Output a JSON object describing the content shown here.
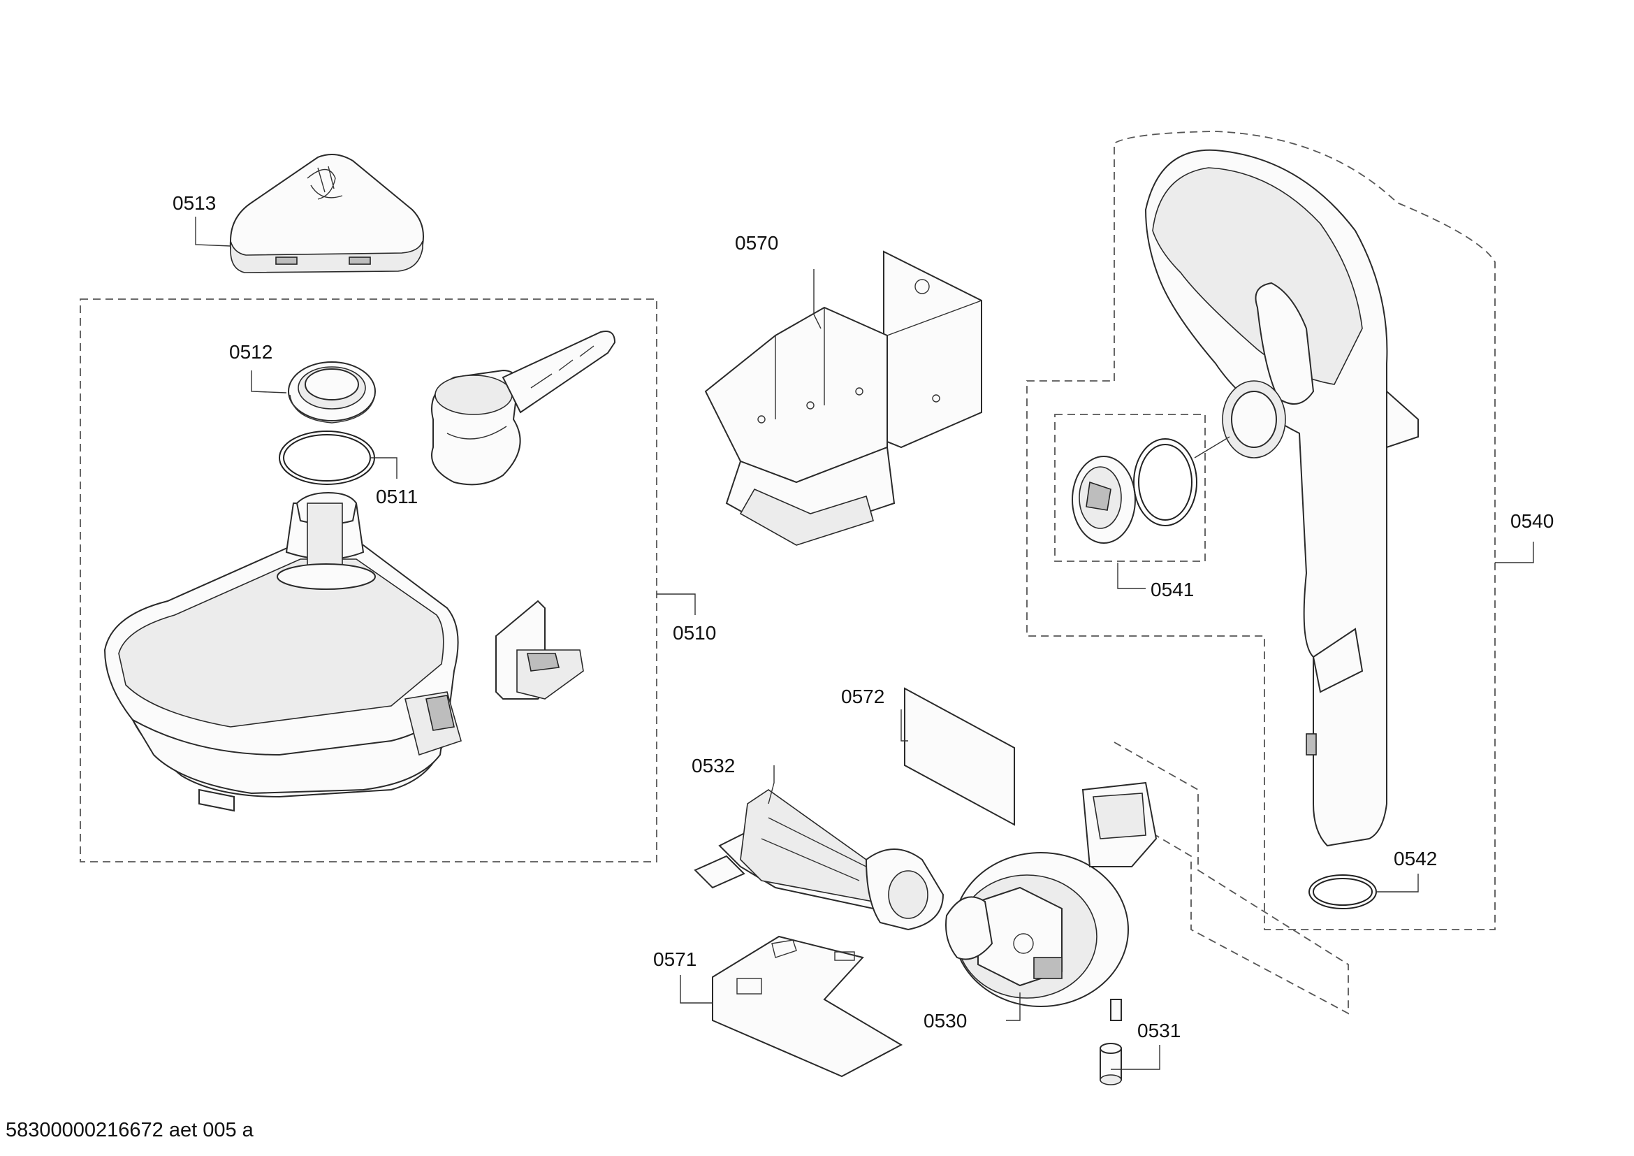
{
  "document": {
    "id": "58300000216672 aet 005 a"
  },
  "parts": [
    {
      "key": "p0513",
      "number": "0513",
      "icon": "drawer-cover-icon"
    },
    {
      "key": "p0512",
      "number": "0512",
      "icon": "threaded-ring-icon"
    },
    {
      "key": "p0511",
      "number": "0511",
      "icon": "o-ring-icon"
    },
    {
      "key": "p0510",
      "number": "0510",
      "icon": "water-softener-assembly-icon"
    },
    {
      "key": "p0570",
      "number": "0570",
      "icon": "metal-bracket-icon"
    },
    {
      "key": "p0572",
      "number": "0572",
      "icon": "insulation-sheet-icon"
    },
    {
      "key": "p0532",
      "number": "0532",
      "icon": "hose-connector-icon"
    },
    {
      "key": "p0571",
      "number": "0571",
      "icon": "insulation-mat-icon"
    },
    {
      "key": "p0530",
      "number": "0530",
      "icon": "drain-pump-icon"
    },
    {
      "key": "p0531",
      "number": "0531",
      "icon": "spacer-icon"
    },
    {
      "key": "p0540",
      "number": "0540",
      "icon": "duct-housing-icon"
    },
    {
      "key": "p0541",
      "number": "0541",
      "icon": "check-valve-icon"
    },
    {
      "key": "p0542",
      "number": "0542",
      "icon": "seal-ring-icon"
    }
  ]
}
